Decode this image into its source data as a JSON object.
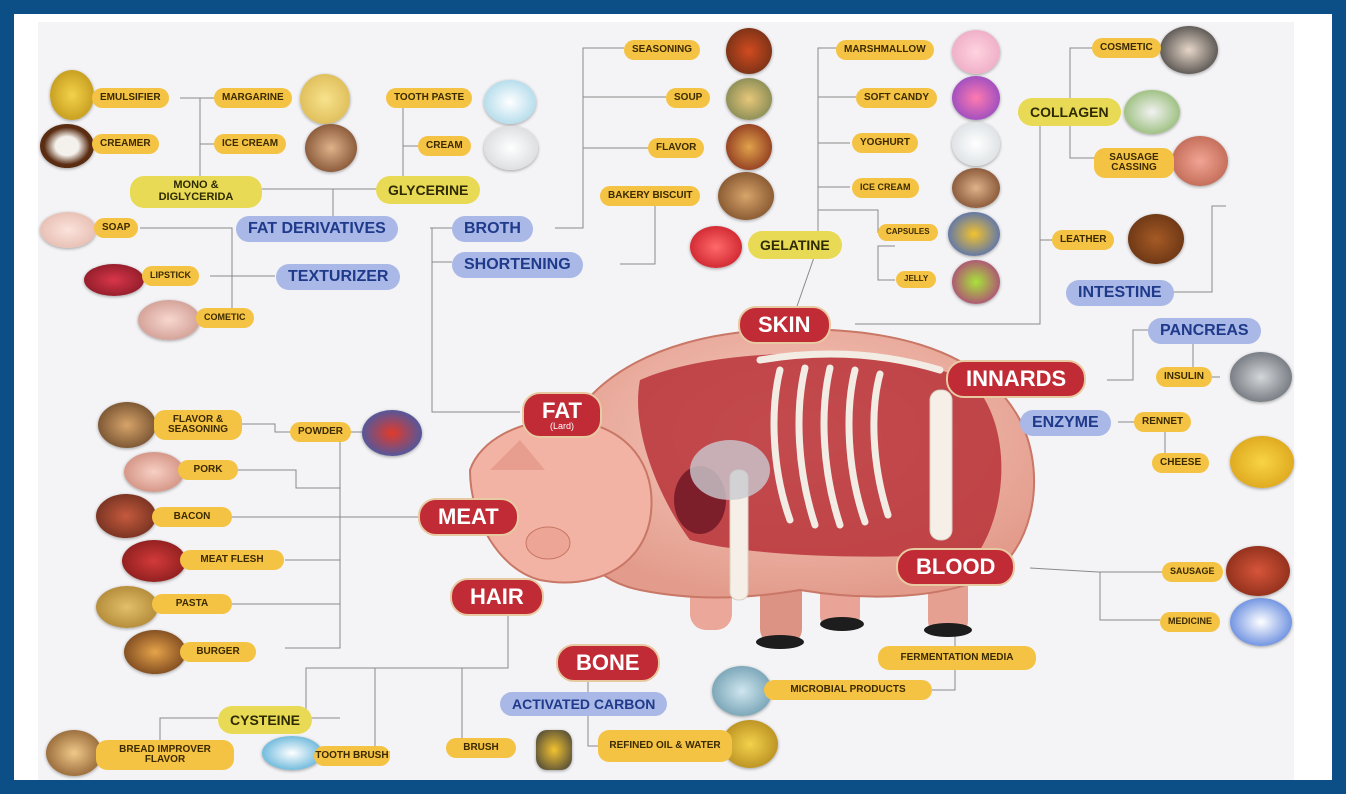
{
  "colors": {
    "frame": "#0b4f86",
    "label_yellow": "#f5c343",
    "category_red": "#c02b35",
    "derivative_blue": "#a9b8e6",
    "group_yellow": "#e9da55",
    "pig_body": "#f1b7aa"
  },
  "categories": {
    "skin": "SKIN",
    "innards": "INNARDS",
    "fat": "FAT",
    "fat_sub": "(Lard)",
    "meat": "MEAT",
    "hair": "HAIR",
    "bone": "BONE",
    "blood": "BLOOD"
  },
  "groups": {
    "fat_derivatives": "FAT DERIVATIVES",
    "broth": "BROTH",
    "shortening": "SHORTENING",
    "texturizer": "TEXTURIZER",
    "glycerine": "GLYCERINE",
    "mono": "MONO & DIGLYCERIDA",
    "gelatine": "GELATINE",
    "collagen": "COLLAGEN",
    "intestine": "INTESTINE",
    "pancreas": "PANCREAS",
    "enzyme": "ENZYME",
    "activated_carbon": "ACTIVATED CARBON",
    "cysteine": "CYSTEINE"
  },
  "products": {
    "emulsifier": "EMULSIFIER",
    "margarine": "MARGARINE",
    "creamer": "CREAMER",
    "ice_cream_fat": "ICE CREAM",
    "tooth_paste": "TOOTH PASTE",
    "cream": "CREAM",
    "seasoning": "SEASONING",
    "soup": "SOUP",
    "flavor": "FLAVOR",
    "bakery_biscuit": "BAKERY BISCUIT",
    "soap": "SOAP",
    "lipstick": "LIPSTICK",
    "cometic": "COMETIC",
    "marshmallow": "MARSHMALLOW",
    "soft_candy": "SOFT CANDY",
    "yoghurt": "YOGHURT",
    "ice_cream_gel": "ICE CREAM",
    "capsules": "CAPSULES",
    "jelly": "JELLY",
    "cosmetic": "COSMETIC",
    "sausage_casing": "SAUSAGE CASSING",
    "leather": "LEATHER",
    "insulin": "INSULIN",
    "rennet": "RENNET",
    "cheese": "CHEESE",
    "flavor_seasoning": "FLAVOR & SEASONING",
    "powder": "POWDER",
    "pork": "PORK",
    "bacon": "BACON",
    "meat_flesh": "MEAT FLESH",
    "pasta": "PASTA",
    "burger": "BURGER",
    "sausage": "SAUSAGE",
    "medicine": "MEDICINE",
    "fermentation_media": "FERMENTATION MEDIA",
    "microbial_products": "MICROBIAL PRODUCTS",
    "refined_oil": "REFINED OIL & WATER",
    "brush": "BRUSH",
    "tooth_brush": "TOOTH BRUSH",
    "bread_improver": "BREAD IMPROVER FLAVOR"
  }
}
